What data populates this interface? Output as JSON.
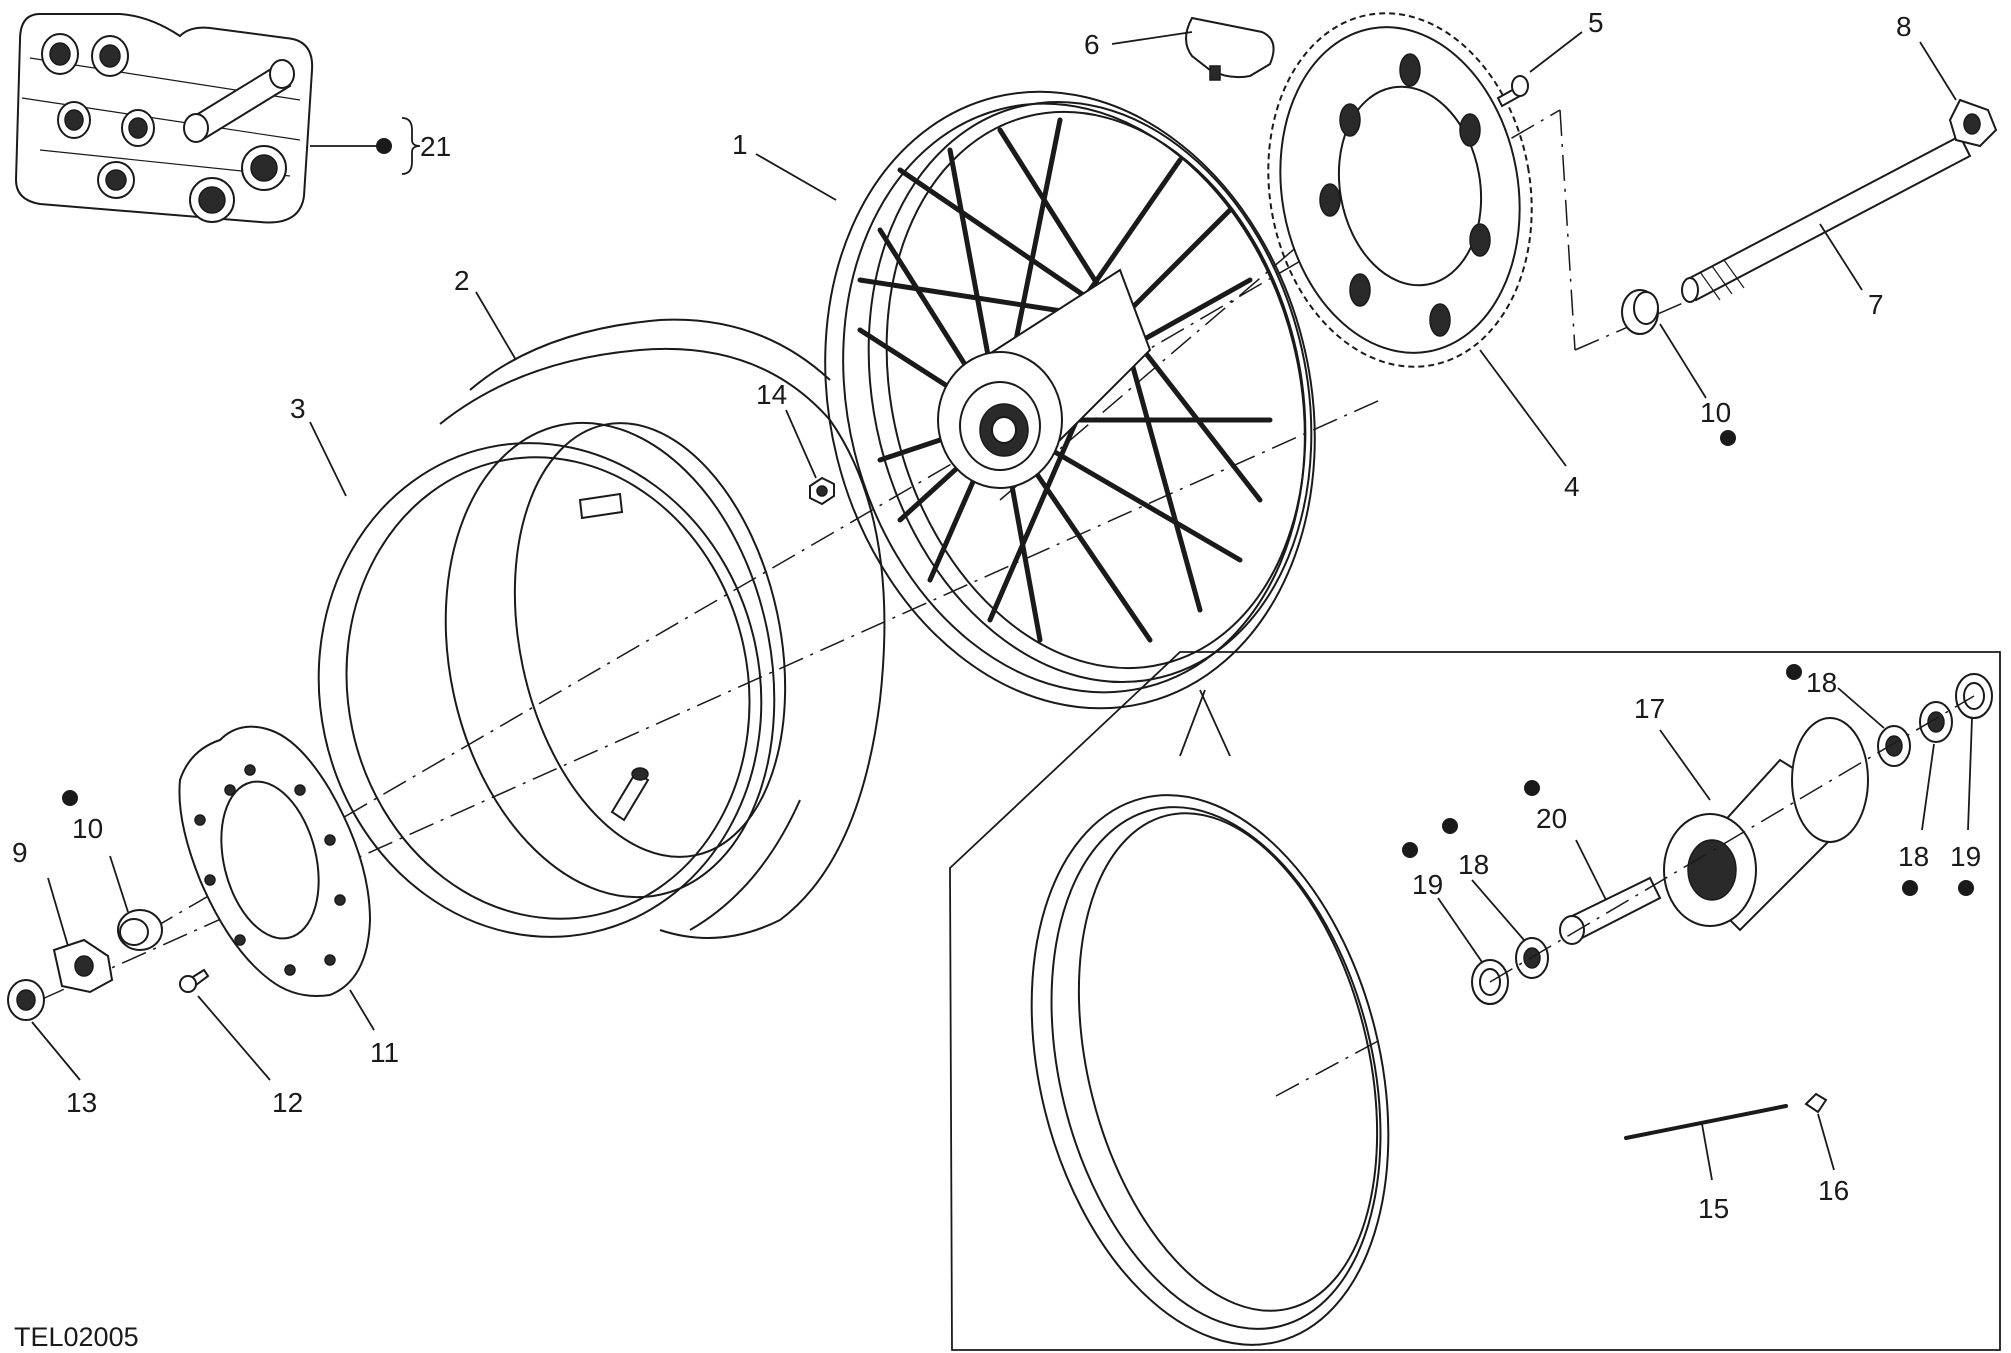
{
  "drawing_code": "TEL02005",
  "kit_bracket_label": "21",
  "callouts": [
    {
      "id": "1",
      "label": "1"
    },
    {
      "id": "2",
      "label": "2"
    },
    {
      "id": "3",
      "label": "3"
    },
    {
      "id": "4",
      "label": "4"
    },
    {
      "id": "5",
      "label": "5"
    },
    {
      "id": "6",
      "label": "6"
    },
    {
      "id": "7",
      "label": "7"
    },
    {
      "id": "8",
      "label": "8"
    },
    {
      "id": "9",
      "label": "9"
    },
    {
      "id": "10a",
      "label": "10"
    },
    {
      "id": "10b",
      "label": "10"
    },
    {
      "id": "11",
      "label": "11"
    },
    {
      "id": "12",
      "label": "12"
    },
    {
      "id": "13",
      "label": "13"
    },
    {
      "id": "14",
      "label": "14"
    },
    {
      "id": "15",
      "label": "15"
    },
    {
      "id": "16",
      "label": "16"
    },
    {
      "id": "17",
      "label": "17"
    },
    {
      "id": "18a",
      "label": "18"
    },
    {
      "id": "18b",
      "label": "18"
    },
    {
      "id": "18c",
      "label": "18"
    },
    {
      "id": "19a",
      "label": "19"
    },
    {
      "id": "19b",
      "label": "19"
    },
    {
      "id": "20",
      "label": "20"
    }
  ]
}
